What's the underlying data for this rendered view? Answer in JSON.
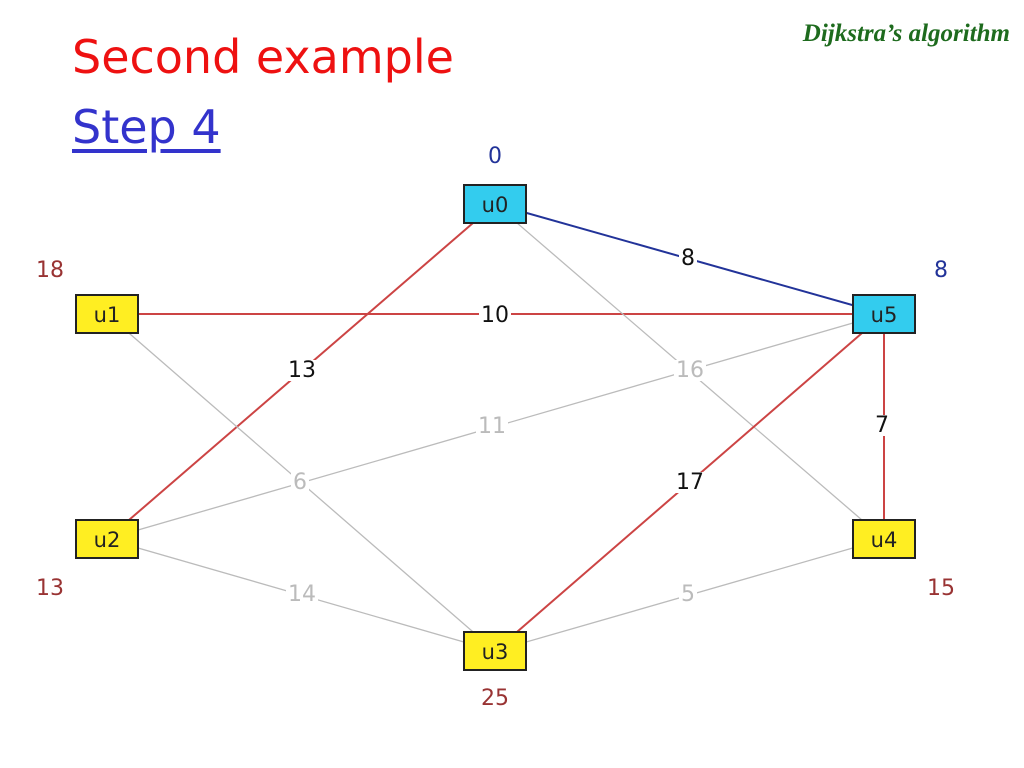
{
  "header": {
    "text": "Dijkstra’s algorithm"
  },
  "title": "Second example",
  "subtitle": "Step 4",
  "colors": {
    "visited_fill": "#33ccee",
    "unvisited_fill": "#ffee22",
    "tree_edge": "#223399",
    "candidate_edge": "#cc4444",
    "inactive_edge": "#bbbbbb",
    "active_label": "#111111",
    "inactive_label": "#bbbbbb",
    "visited_dist": "#223399",
    "unvisited_dist": "#993333"
  },
  "nodes": [
    {
      "id": "u0",
      "label": "u0",
      "distance": "0",
      "visited": true
    },
    {
      "id": "u1",
      "label": "u1",
      "distance": "18",
      "visited": false
    },
    {
      "id": "u2",
      "label": "u2",
      "distance": "13",
      "visited": false
    },
    {
      "id": "u3",
      "label": "u3",
      "distance": "25",
      "visited": false
    },
    {
      "id": "u4",
      "label": "u4",
      "distance": "15",
      "visited": false
    },
    {
      "id": "u5",
      "label": "u5",
      "distance": "8",
      "visited": true
    }
  ],
  "edges": [
    {
      "from": "u0",
      "to": "u5",
      "weight": "8",
      "state": "tree"
    },
    {
      "from": "u1",
      "to": "u5",
      "weight": "10",
      "state": "candidate"
    },
    {
      "from": "u0",
      "to": "u2",
      "weight": "13",
      "state": "candidate"
    },
    {
      "from": "u0",
      "to": "u4",
      "weight": "16",
      "state": "inactive"
    },
    {
      "from": "u5",
      "to": "u4",
      "weight": "7",
      "state": "candidate"
    },
    {
      "from": "u5",
      "to": "u2",
      "weight": "11",
      "state": "inactive"
    },
    {
      "from": "u5",
      "to": "u3",
      "weight": "17",
      "state": "candidate"
    },
    {
      "from": "u1",
      "to": "u3",
      "weight": "6",
      "state": "inactive"
    },
    {
      "from": "u2",
      "to": "u3",
      "weight": "14",
      "state": "inactive"
    },
    {
      "from": "u4",
      "to": "u3",
      "weight": "5",
      "state": "inactive"
    }
  ]
}
